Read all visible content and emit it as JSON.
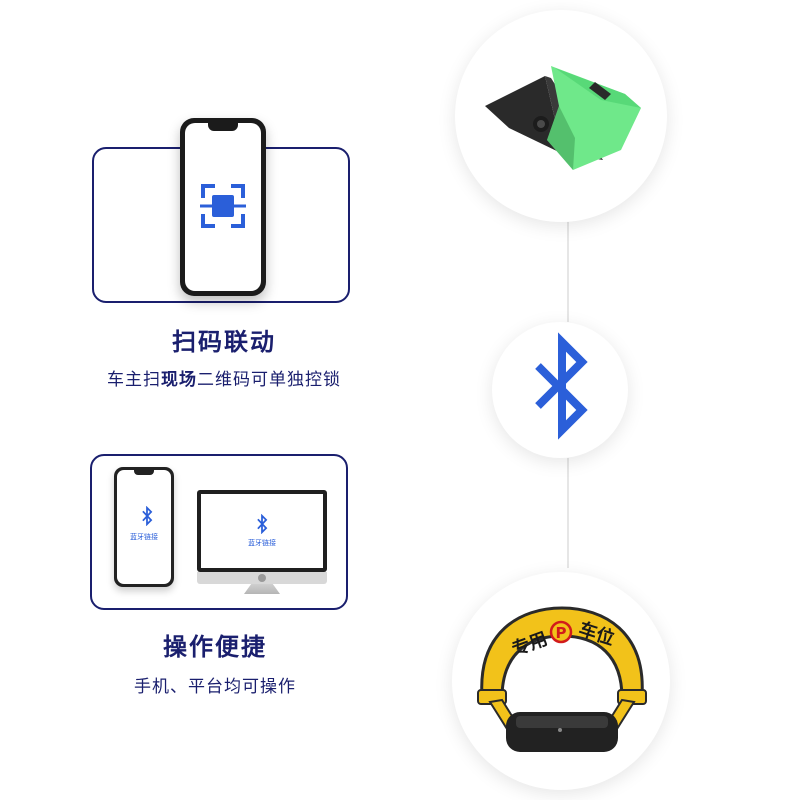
{
  "feature1": {
    "title": "扫码联动",
    "subtitle_pre": "车主扫",
    "subtitle_bold": "现场",
    "subtitle_post": "二维码可单独控锁",
    "icon": "qr-scan-icon"
  },
  "feature2": {
    "title": "操作便捷",
    "subtitle": "手机、平台均可操作",
    "phone_label": "蓝牙链接",
    "monitor_label": "蓝牙链接",
    "icon": "bluetooth-icon"
  },
  "right_column": {
    "top_item": "green-parking-lock-icon",
    "middle_item": "bluetooth-icon",
    "bottom_item": "yellow-parking-barrier-icon",
    "barrier_text_left": "专用",
    "barrier_symbol": "P",
    "barrier_text_right": "车位"
  },
  "colors": {
    "navy": "#1a1f6e",
    "blue": "#2b5fd9",
    "green": "#6fe88a",
    "yellow": "#f2c21a"
  }
}
